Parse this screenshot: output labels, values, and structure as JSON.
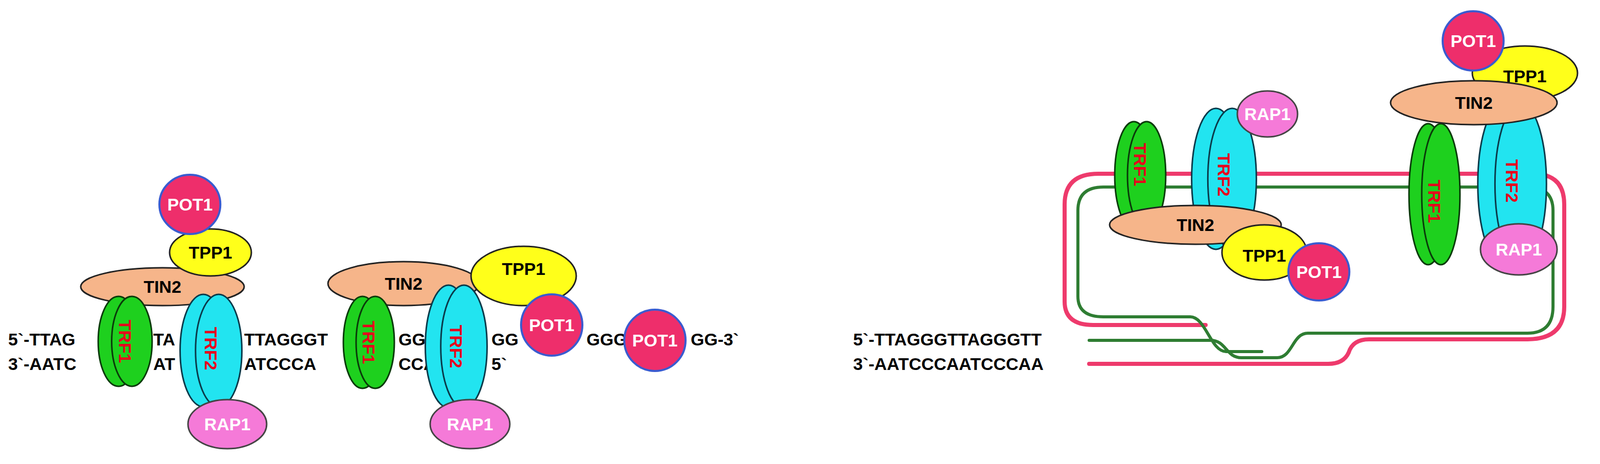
{
  "diagram": {
    "nodes": [
      {
        "text": [
          "POT1"
        ]
      },
      {
        "text": [
          "TPP1"
        ]
      },
      {
        "text": [
          "TIN2"
        ]
      },
      {
        "text": [
          "TRF1"
        ]
      },
      {
        "text": [
          "TRF2"
        ]
      },
      {
        "text": [
          "RAP1"
        ]
      },
      {
        "text": [
          "TIN2"
        ]
      },
      {
        "text": [
          "TPP1"
        ]
      },
      {
        "text": [
          "TRF1"
        ]
      },
      {
        "text": [
          "TRF2"
        ]
      },
      {
        "text": [
          "POT1"
        ]
      },
      {
        "text": [
          "RAP1"
        ]
      },
      {
        "text": [
          "POT1"
        ]
      },
      {
        "text": [
          "TRF1"
        ]
      },
      {
        "text": [
          "TRF2"
        ]
      },
      {
        "text": [
          "RAP1"
        ]
      },
      {
        "text": [
          "TIN2"
        ]
      },
      {
        "text": [
          "TPP1"
        ]
      },
      {
        "text": [
          "POT1"
        ]
      },
      {
        "text": [
          "POT1"
        ]
      },
      {
        "text": [
          "TPP1"
        ]
      },
      {
        "text": [
          "TIN2"
        ]
      },
      {
        "text": [
          "TRF1"
        ]
      },
      {
        "text": [
          "TRF2"
        ]
      },
      {
        "text": [
          "RAP1"
        ]
      }
    ],
    "labels": [
      "5`-TTAG",
      "TA",
      "TTAGGGT",
      "GG",
      "GG",
      "GGG",
      "GG-3`",
      "3`-AATC",
      "AT",
      "ATCCCA",
      "CCA",
      "5`",
      "5`-TTAGGGTTAGGGTT",
      "3`-AATCCCAATCCCAA"
    ]
  }
}
